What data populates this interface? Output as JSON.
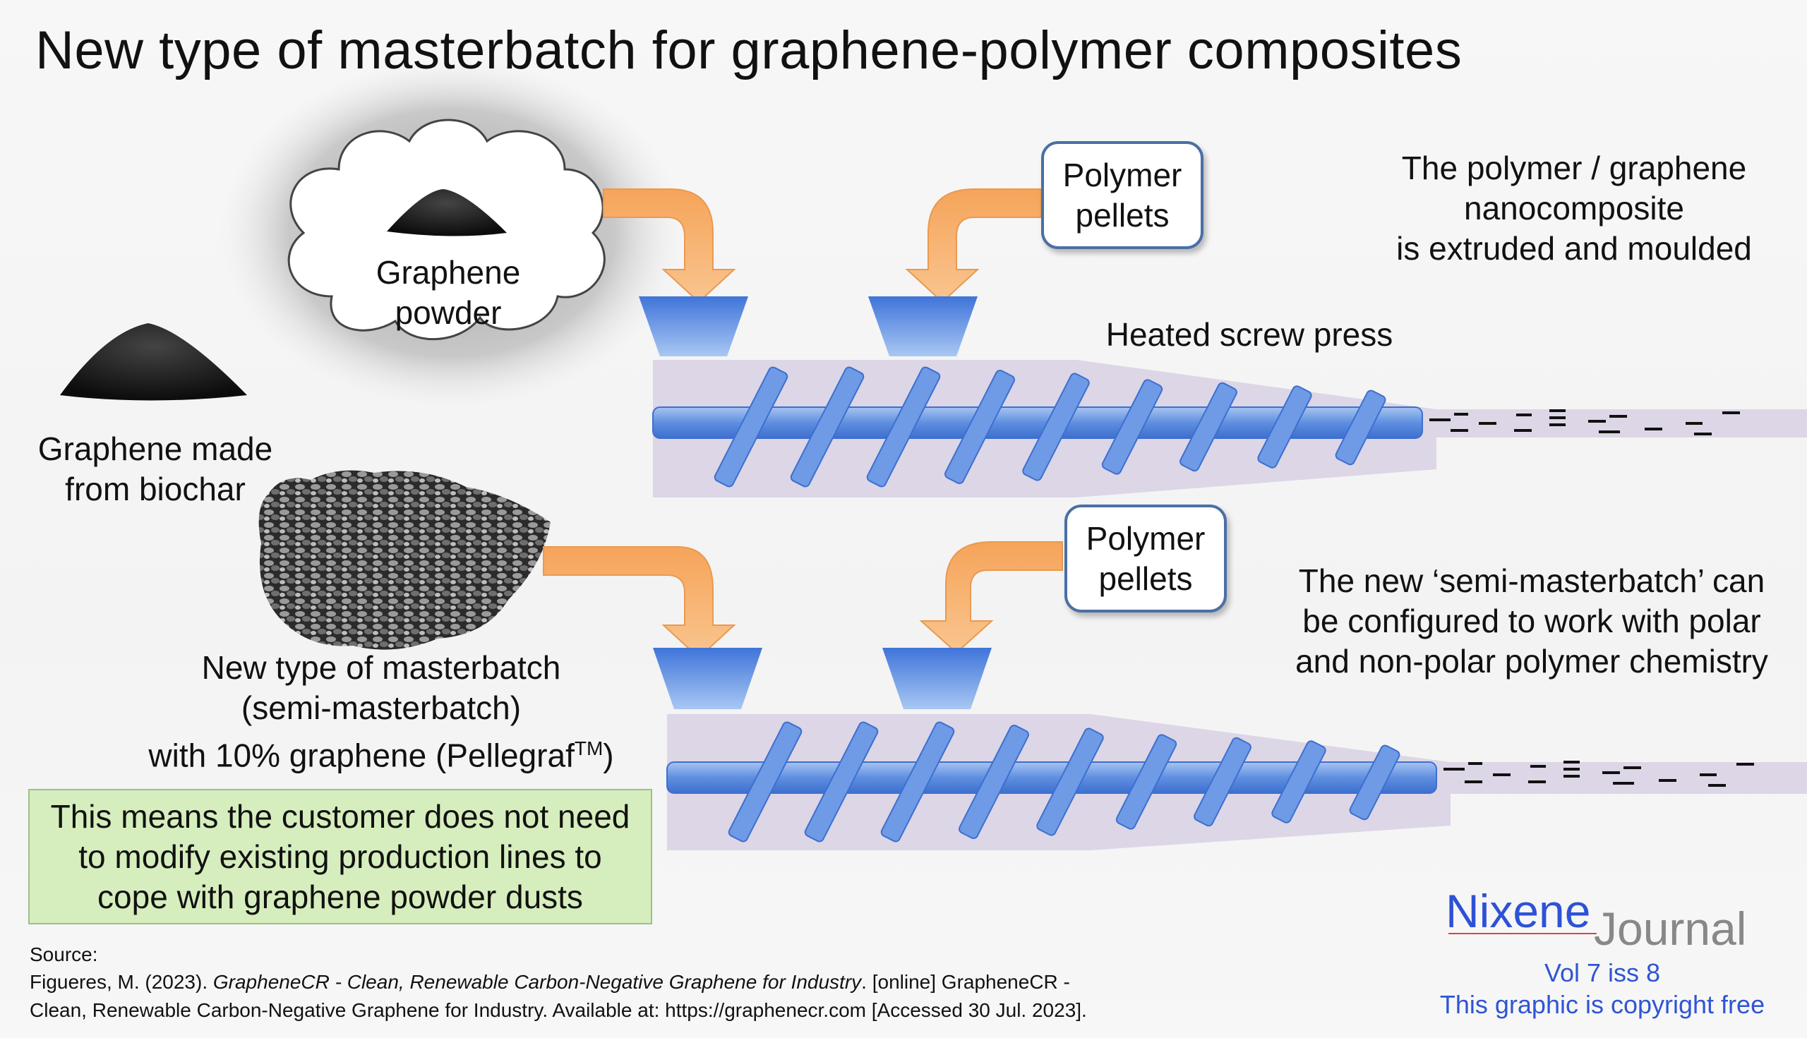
{
  "title": "New type of masterbatch for graphene-polymer composites",
  "labels": {
    "graphene_powder_1": "Graphene",
    "graphene_powder_2": "powder",
    "biochar_1": "Graphene made",
    "biochar_2": "from biochar",
    "polymer_1": "Polymer",
    "polymer_2": "pellets",
    "nano_1": "The polymer / graphene",
    "nano_2": "nanocomposite",
    "nano_3": "is extruded and moulded",
    "screw_press": "Heated screw press",
    "semi_1": "The new ‘semi-masterbatch’ can",
    "semi_2": "be configured to work with polar",
    "semi_3": "and non-polar polymer chemistry",
    "masterbatch_1": "New type of masterbatch",
    "masterbatch_2": "(semi-masterbatch)",
    "masterbatch_3": "with 10% graphene (Pellegraf",
    "tm": "TM",
    "masterbatch_3_end": ")",
    "benefit_1": "This means the customer does not need",
    "benefit_2": "to modify existing production lines to",
    "benefit_3": "cope with graphene powder dusts"
  },
  "source": {
    "heading": "Source:",
    "author": "Figueres, M. (2023). ",
    "title_italic": "GrapheneCR - Clean, Renewable Carbon-Negative Graphene for Industry",
    "rest_1": ". [online] GrapheneCR -",
    "rest_2": "Clean, Renewable Carbon-Negative Graphene for Industry. Available at: https://graphenecr.com [Accessed 30 Jul. 2023]."
  },
  "logo": {
    "nixene": "Nixene",
    "journal": "Journal",
    "volume": "Vol 7 iss 8",
    "copyright": "This graphic is copyright free"
  },
  "colors": {
    "hopper_blue": "#3f74d9",
    "arrow_orange": "#f6a45a",
    "benefit_green": "#d6eebd",
    "logo_blue": "#2d52d6"
  }
}
